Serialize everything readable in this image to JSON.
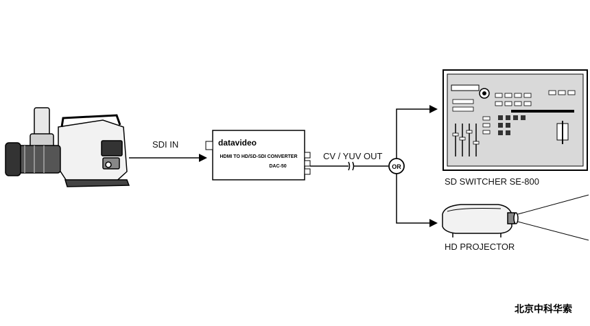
{
  "labels": {
    "sdi_in": "SDI IN",
    "cv_yuv_out": "CV / YUV OUT",
    "or": "OR",
    "switcher": "SD SWITCHER  SE-800",
    "projector": "HD PROJECTOR"
  },
  "converter": {
    "brand": "datavideo",
    "title": "HDMI TO HD/SD-SDI CONVERTER",
    "model": "DAC-50"
  },
  "watermark": "北京中科华索",
  "icons": {
    "camera": "camcorder-icon",
    "switcher": "video-switcher-icon",
    "projector": "projector-icon"
  },
  "colors": {
    "line": "#000000",
    "panel": "#d9d9d9"
  }
}
